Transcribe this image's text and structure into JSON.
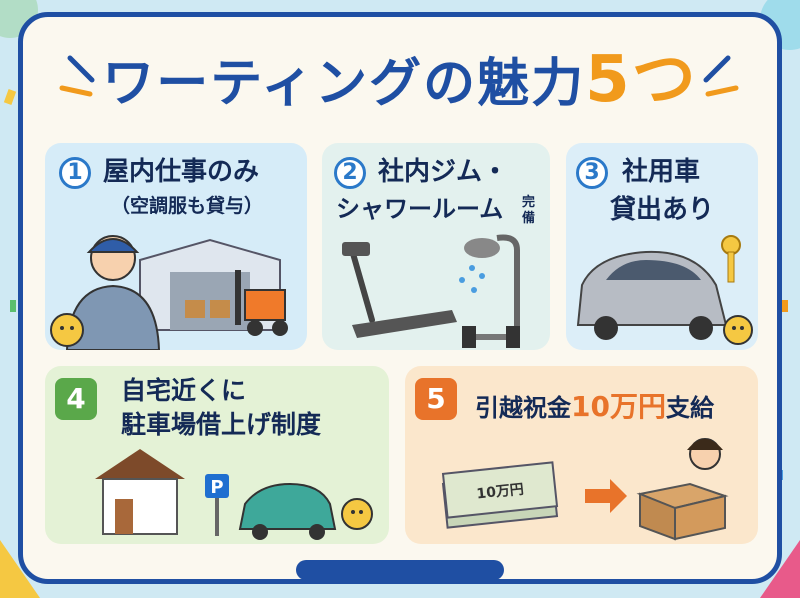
{
  "title": {
    "main": "ワーティングの魅力",
    "accent": "5つ"
  },
  "cards": [
    {
      "num": "1",
      "line1": "屋内仕事のみ",
      "line2": "（空調服も貸与）"
    },
    {
      "num": "2",
      "line1": "社内ジム・",
      "line2": "シャワールーム",
      "suffix": "完備"
    },
    {
      "num": "3",
      "line1": "社用車",
      "line2": "貸出あり"
    },
    {
      "num": "4",
      "line1": "自宅近くに",
      "line2": "駐車場借上げ制度"
    },
    {
      "num": "5",
      "line1": "引越祝金",
      "accent": "10万円",
      "line1_end": "支給",
      "bill_label": "10万円"
    }
  ],
  "parking_sign": "P",
  "colors": {
    "frame": "#1f4fa3",
    "accent": "#f19a1c",
    "card1": "#d6ecf8",
    "card2": "#e3f1ee",
    "card3": "#dceef8",
    "card4": "#e4f2d6",
    "card5": "#fbe7cc"
  },
  "icons": [
    "worker-icon",
    "warehouse-icon",
    "forklift-icon",
    "treadmill-icon",
    "shower-icon",
    "dumbbell-icon",
    "car-icon",
    "key-icon",
    "house-icon",
    "parking-sign-icon",
    "money-icon",
    "arrow-icon",
    "box-icon",
    "mascot-icon"
  ]
}
